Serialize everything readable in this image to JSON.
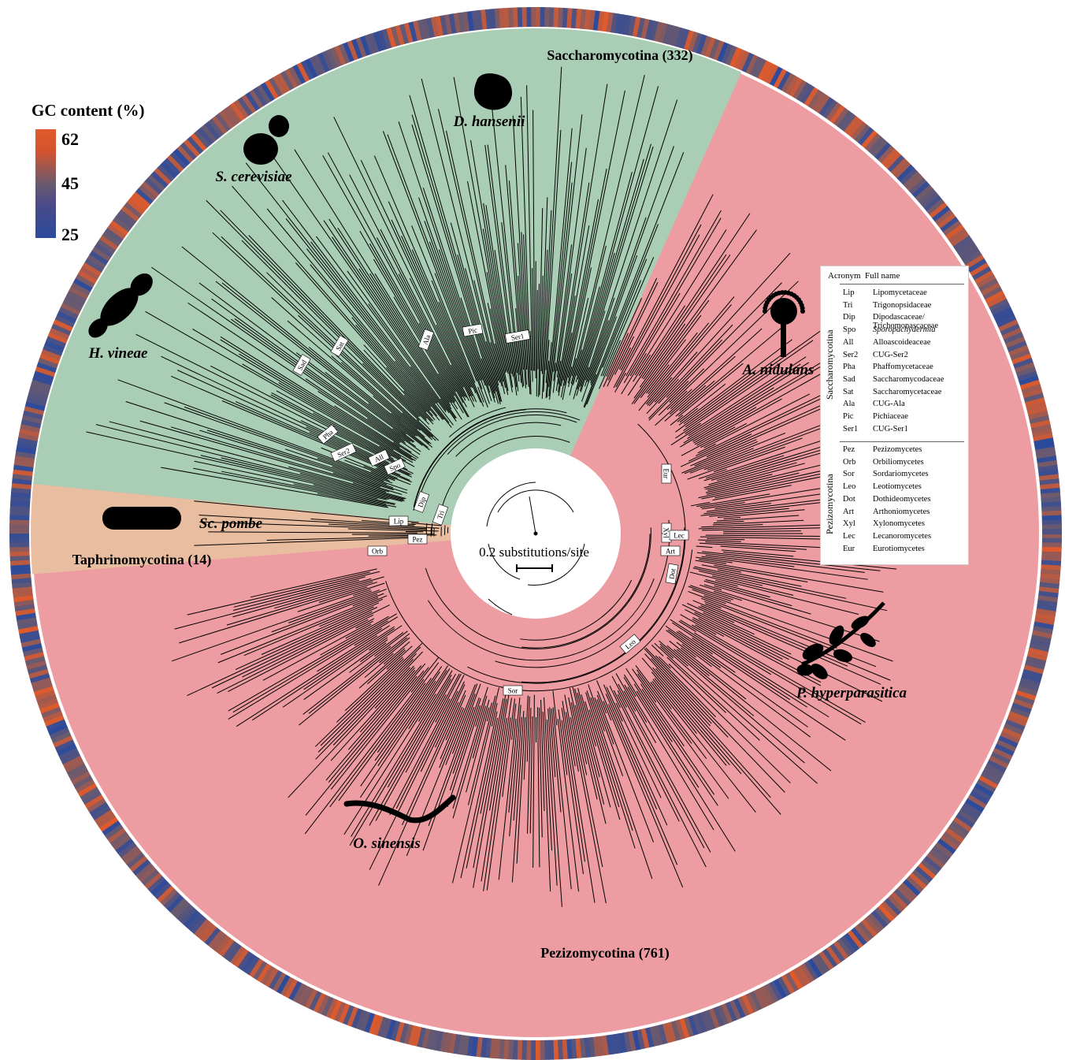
{
  "gc_legend": {
    "title": "GC content (%)",
    "ticks": [
      "62",
      "45",
      "25"
    ],
    "colors": {
      "high": "#e05a2b",
      "mid": "#6b5a6e",
      "low": "#2b4a9c"
    }
  },
  "clades": {
    "saccharomycotina": {
      "label": "Saccharomycotina (332)",
      "color": "#a9cdb5"
    },
    "taphrinomycotina": {
      "label": "Taphrinomycotina (14)",
      "color": "#e9bd9f"
    },
    "pezizomycotina": {
      "label": "Pezizomycotina (761)",
      "color": "#ed9da1"
    }
  },
  "species": {
    "s_cerevisiae": "S. cerevisiae",
    "d_hansenii": "D. hansenii",
    "h_vineae": "H. vineae",
    "sc_pombe": "Sc. pombe",
    "a_nidulans": "A. nidulans",
    "p_hyperparasitica": "P. hyperparasitica",
    "o_sinensis": "O. sinensis"
  },
  "scale_label": "0.2 substitutions/site",
  "branch_tags": [
    "Sad",
    "Sat",
    "Ala",
    "Pic",
    "Ser1",
    "Pha",
    "Ser2",
    "All",
    "Spo",
    "Dip",
    "Tri",
    "Lip",
    "Pez",
    "Orb",
    "Eur",
    "Xyl",
    "Lec",
    "Art",
    "Dot",
    "Leo",
    "Sor"
  ],
  "acronym_table": {
    "header": {
      "acronym": "Acronym",
      "full_name": "Full name"
    },
    "groups": [
      {
        "name": "Saccharomycotina",
        "rows": [
          {
            "acr": "Lip",
            "full": "Lipomycetaceae"
          },
          {
            "acr": "Tri",
            "full": "Trigonopsidaceae"
          },
          {
            "acr": "Dip",
            "full": "Dipodascaceae/",
            "full2": "Trichomonascaceae"
          },
          {
            "acr": "Spo",
            "full": "Sporopachydermia"
          },
          {
            "acr": "All",
            "full": "Alloascoideaceae"
          },
          {
            "acr": "Ser2",
            "full": "CUG-Ser2"
          },
          {
            "acr": "Pha",
            "full": "Phaffomycetaceae"
          },
          {
            "acr": "Sad",
            "full": "Saccharomycodaceae"
          },
          {
            "acr": "Sat",
            "full": "Saccharomycetaceae"
          },
          {
            "acr": "Ala",
            "full": "CUG-Ala"
          },
          {
            "acr": "Pic",
            "full": "Pichiaceae"
          },
          {
            "acr": "Ser1",
            "full": "CUG-Ser1"
          }
        ]
      },
      {
        "name": "Pezizomycotina",
        "rows": [
          {
            "acr": "Pez",
            "full": "Pezizomycetes"
          },
          {
            "acr": "Orb",
            "full": "Orbiliomycetes"
          },
          {
            "acr": "Sor",
            "full": "Sordariomycetes"
          },
          {
            "acr": "Leo",
            "full": "Leotiomycetes"
          },
          {
            "acr": "Dot",
            "full": "Dothideomycetes"
          },
          {
            "acr": "Art",
            "full": "Arthoniomycetes"
          },
          {
            "acr": "Xyl",
            "full": "Xylonomycetes"
          },
          {
            "acr": "Lec",
            "full": "Lecanoromycetes"
          },
          {
            "acr": "Eur",
            "full": "Eurotiomycetes"
          }
        ]
      }
    ]
  }
}
